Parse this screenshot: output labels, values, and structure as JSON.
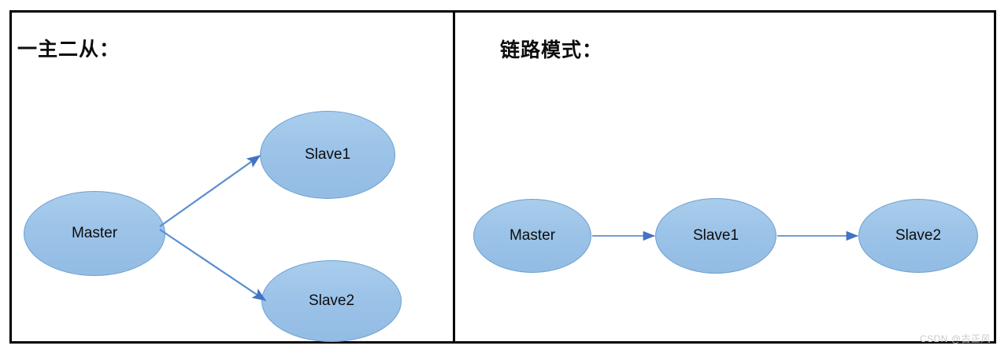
{
  "diagram": {
    "watermark": "CSDN @古正风",
    "colors": {
      "node_fill": "#9cc3e8",
      "node_border": "#6d9fd0",
      "arrow": "#5b8fce",
      "frame": "#000000",
      "title_text": "#0d0d0d",
      "watermark_text": "#c9c9c9"
    },
    "panels": [
      {
        "id": "one-master-two-slaves",
        "title": "一主二从：",
        "nodes": [
          {
            "id": "master",
            "label": "Master"
          },
          {
            "id": "slave1",
            "label": "Slave1"
          },
          {
            "id": "slave2",
            "label": "Slave2"
          }
        ],
        "edges": [
          {
            "from": "Master",
            "to": "Slave1",
            "style": "arrow"
          },
          {
            "from": "Master",
            "to": "Slave2",
            "style": "arrow"
          }
        ]
      },
      {
        "id": "chain-mode",
        "title": "链路模式：",
        "nodes": [
          {
            "id": "master",
            "label": "Master"
          },
          {
            "id": "slave1",
            "label": "Slave1"
          },
          {
            "id": "slave2",
            "label": "Slave2"
          }
        ],
        "edges": [
          {
            "from": "Master",
            "to": "Slave1",
            "style": "arrow"
          },
          {
            "from": "Slave1",
            "to": "Slave2",
            "style": "arrow"
          }
        ]
      }
    ]
  }
}
